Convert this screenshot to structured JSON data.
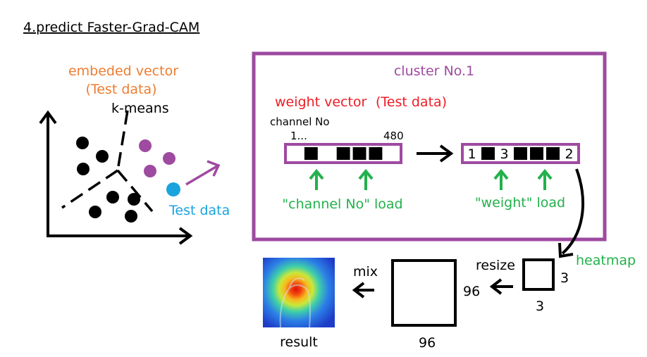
{
  "title": "4.predict Faster-Grad-CAM",
  "left": {
    "embed_line1": "embeded vector",
    "embed_line2": "(Test data)",
    "kmeans": "k-means",
    "test_data": "Test data"
  },
  "cluster": {
    "title": "cluster No.1",
    "weight_a": "weight vector",
    "weight_b": "(Test data)",
    "channel_no": "channel No",
    "ch_start": "1...",
    "ch_end": "480",
    "cells_left": [
      "",
      "",
      "",
      "",
      "",
      "",
      ""
    ],
    "cells_right": [
      "1",
      "",
      "3",
      "",
      "",
      "",
      "2"
    ],
    "load_left": "\"channel No\" load",
    "load_right": "\"weight\" load"
  },
  "heatmap_label": "heatmap",
  "resize_label": "resize",
  "mix_label": "mix",
  "result_label": "result",
  "dims": {
    "small_w": "3",
    "small_h": "3",
    "big_w": "96",
    "big_h": "96"
  },
  "colors": {
    "orange": "#ee7c30",
    "purple": "#9e4aa0",
    "red": "#ee1c24",
    "green": "#22b14c",
    "blue": "#1aa3dd"
  }
}
